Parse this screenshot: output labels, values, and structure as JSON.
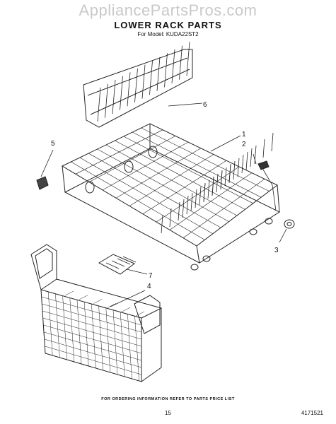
{
  "header": {
    "watermark": "AppliancePartsPros.com",
    "title": "LOWER RACK PARTS",
    "model_line": "For Model: KUDA22ST2"
  },
  "callouts": [
    {
      "id": "1",
      "label": "1"
    },
    {
      "id": "2",
      "label": "2"
    },
    {
      "id": "3",
      "label": "3"
    },
    {
      "id": "4",
      "label": "4"
    },
    {
      "id": "5",
      "label": "5"
    },
    {
      "id": "6",
      "label": "6"
    },
    {
      "id": "7",
      "label": "7"
    }
  ],
  "footer": {
    "ordering_note": "FOR ORDERING INFORMATION REFER TO PARTS PRICE LIST",
    "page_number": "15",
    "part_code": "4171521"
  }
}
